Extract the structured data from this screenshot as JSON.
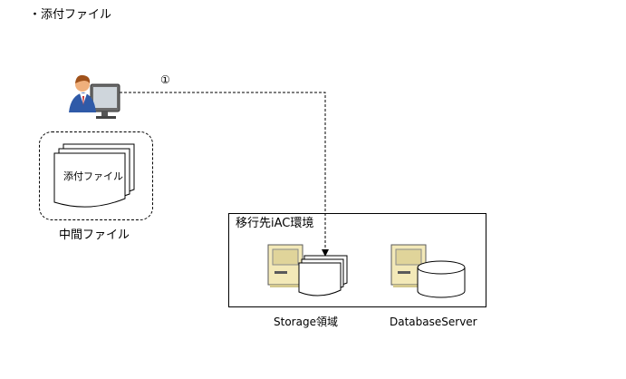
{
  "heading": "・添付ファイル",
  "step_label": "①",
  "attachment": {
    "document_label": "添付ファイル",
    "group_label": "中間ファイル"
  },
  "target_env": {
    "title": "移行先iAC環境",
    "storage_label": "Storage領域",
    "db_label": "DatabaseServer"
  },
  "icons": {
    "user": "user-at-computer-icon",
    "server": "server-icon",
    "document_stack": "document-stack-icon",
    "database": "database-cylinder-icon"
  },
  "colors": {
    "line": "#000000",
    "server_body": "#f3e9b8",
    "person_shirt": "#2f5aa8",
    "person_skin": "#f0b07c",
    "person_hair": "#a0521b"
  }
}
